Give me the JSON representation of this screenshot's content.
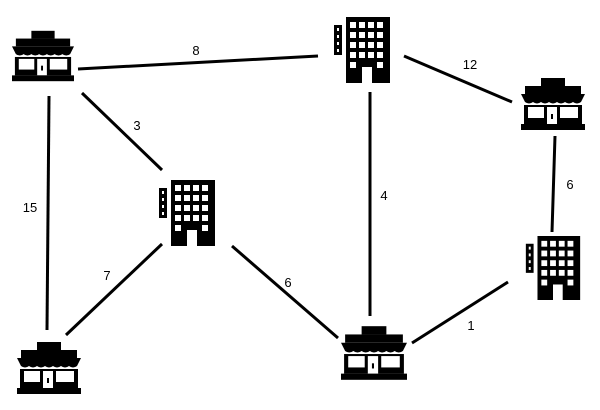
{
  "nodes": [
    {
      "id": "A",
      "type": "store"
    },
    {
      "id": "B",
      "type": "hotel"
    },
    {
      "id": "C",
      "type": "store"
    },
    {
      "id": "D",
      "type": "hotel"
    },
    {
      "id": "E",
      "type": "hotel"
    },
    {
      "id": "F",
      "type": "store"
    },
    {
      "id": "G",
      "type": "store"
    }
  ],
  "edges": [
    {
      "from": "A",
      "to": "B",
      "weight": "8"
    },
    {
      "from": "B",
      "to": "C",
      "weight": "12"
    },
    {
      "from": "A",
      "to": "D",
      "weight": "3"
    },
    {
      "from": "A",
      "to": "F",
      "weight": "15"
    },
    {
      "from": "B",
      "to": "G",
      "weight": "4"
    },
    {
      "from": "C",
      "to": "E",
      "weight": "6"
    },
    {
      "from": "D",
      "to": "F",
      "weight": "7"
    },
    {
      "from": "D",
      "to": "G",
      "weight": "6"
    },
    {
      "from": "E",
      "to": "G",
      "weight": "1"
    }
  ],
  "colors": {
    "ink": "#000000",
    "background": "#ffffff"
  },
  "icons": {
    "store": "storefront-icon",
    "hotel": "hotel-building-icon"
  }
}
